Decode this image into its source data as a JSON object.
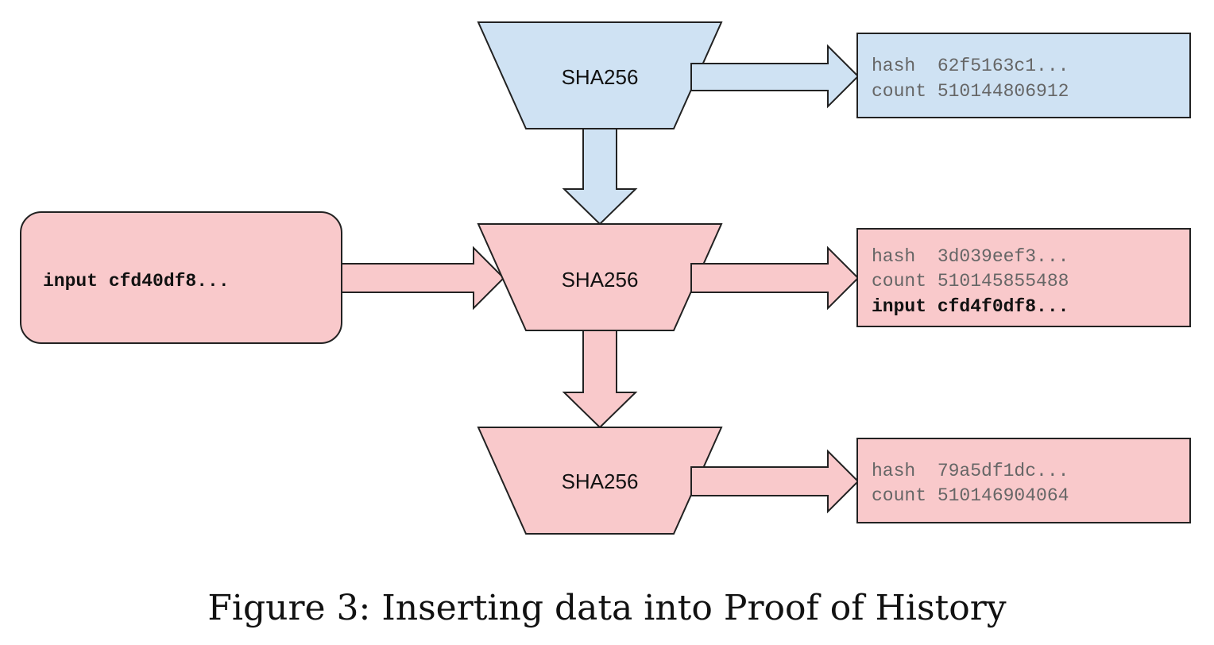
{
  "figure": {
    "caption": "Figure 3: Inserting data into Proof of History"
  },
  "hashers": [
    {
      "label": "SHA256"
    },
    {
      "label": "SHA256"
    },
    {
      "label": "SHA256"
    }
  ],
  "input_box": {
    "label": "input cfd40df8..."
  },
  "outputs": [
    {
      "hash_line": "hash  62f5163c1...",
      "count_line": "count 510144806912"
    },
    {
      "hash_line": "hash  3d039eef3...",
      "count_line": "count 510145855488",
      "input_line": "input cfd4f0df8..."
    },
    {
      "hash_line": "hash  79a5df1dc...",
      "count_line": "count 510146904064"
    }
  ],
  "colors": {
    "blue_fill": "#cfe2f3",
    "pink_fill": "#f9c9cb",
    "stroke": "#222222"
  }
}
